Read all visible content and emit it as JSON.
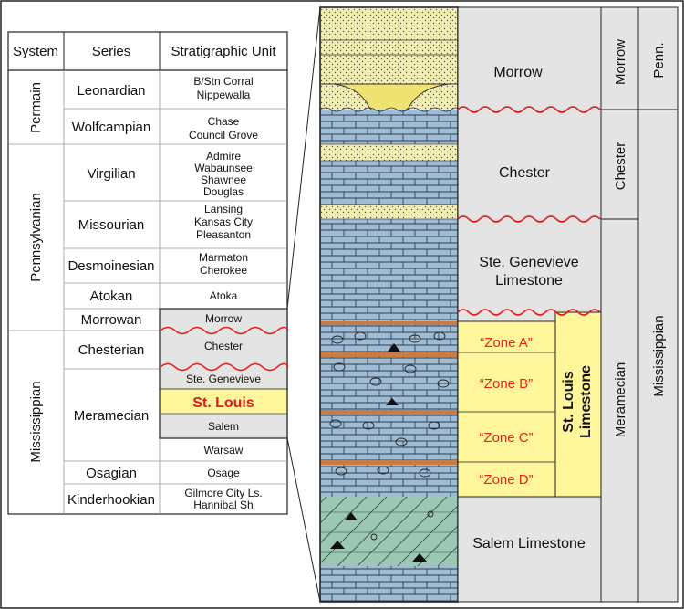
{
  "table": {
    "headers": {
      "system": "System",
      "series": "Series",
      "unit": "Stratigraphic Unit"
    },
    "systems": [
      "Permain",
      "Pennsylvanian",
      "Mississippian"
    ],
    "series": [
      "Leonardian",
      "Wolfcampian",
      "Virgilian",
      "Missourian",
      "Desmoinesian",
      "Atokan",
      "Morrowan",
      "Chesterian",
      "Meramecian",
      "Osagian",
      "Kinderhookian"
    ],
    "units": {
      "leonardian": [
        "B/Stn Corral",
        "Nippewalla"
      ],
      "wolfcampian": [
        "Chase",
        "Council Grove"
      ],
      "virgilian": [
        "Admire",
        "Wabaunsee",
        "Shawnee",
        "Douglas"
      ],
      "missourian": [
        "Lansing",
        "Kansas City",
        "Pleasanton"
      ],
      "desmoinesian": [
        "Marmaton",
        "Cherokee"
      ],
      "atokan": [
        "Atoka"
      ],
      "morrow": "Morrow",
      "chester": "Chester",
      "ste_genevieve": "Ste. Genevieve",
      "st_louis": "St. Louis",
      "salem": "Salem",
      "warsaw": "Warsaw",
      "osagian": [
        "Osage"
      ],
      "kinderhookian": [
        "Gilmore City Ls.",
        "Hannibal Sh"
      ]
    }
  },
  "column": {
    "formations": {
      "morrow": "Morrow",
      "chester": "Chester",
      "ste_genevieve": [
        "Ste. Genevieve",
        "Limestone"
      ],
      "zone_a": "“Zone A”",
      "zone_b": "“Zone B”",
      "zone_c": "“Zone C”",
      "zone_d": "“Zone D”",
      "st_louis": [
        "St. Louis",
        "Limestone"
      ],
      "salem": "Salem Limestone"
    },
    "series": {
      "morrow": "Morrow",
      "chester": "Chester",
      "meramecian": "Meramecian"
    },
    "systems": {
      "penn": "Penn.",
      "mississippian": "Mississippian"
    }
  },
  "colors": {
    "limestone": "#9fbcd4",
    "sandstone": "#f2eeb0",
    "shale_band": "#c97b45",
    "salem": "#9cc7b5",
    "panel_gray": "#e4e4e4",
    "highlight": "#fff59a",
    "zone_text": "#e8221d",
    "unconformity": "#e02020",
    "st_louis_text": "#d42020"
  }
}
